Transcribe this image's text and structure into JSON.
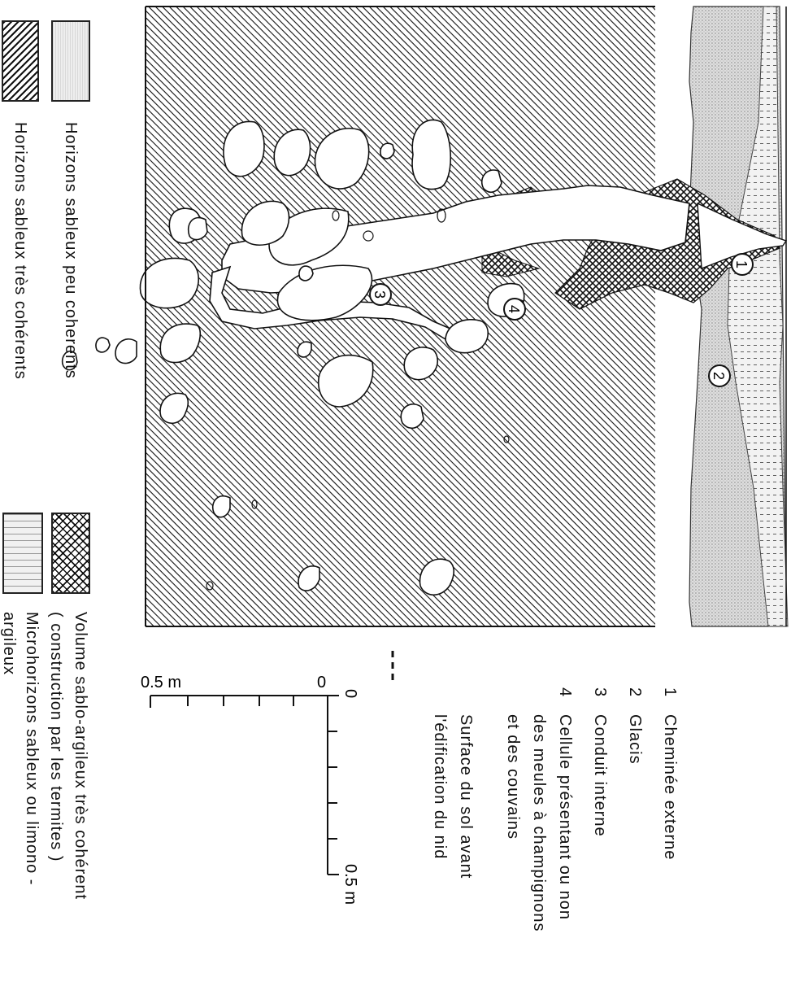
{
  "figure": {
    "callouts": [
      "1",
      "2",
      "3",
      "4"
    ]
  },
  "key": {
    "items": [
      {
        "num": "1",
        "label": "Cheminée externe"
      },
      {
        "num": "2",
        "label": "Glacis"
      },
      {
        "num": "3",
        "label": "Conduit interne"
      },
      {
        "num": "4",
        "lines": [
          "Cellule présentant ou non",
          "des meules à champignons",
          "et des couvains"
        ]
      }
    ],
    "surface_lines": [
      "Surface du sol avant",
      "l'édification du nid"
    ]
  },
  "scales": {
    "vertical_bar": {
      "top_label": "0",
      "bottom_label": "0.5 m"
    },
    "horizontal_bar": {
      "left_label": "0",
      "right_label": "0.5 m"
    }
  },
  "legend": {
    "items": [
      {
        "pattern": "dotted",
        "label": "Horizons sableux peu coherents"
      },
      {
        "pattern": "hatched",
        "label": "Horizons sableux très cohérents"
      },
      {
        "pattern": "crosshatch",
        "lines": [
          "Volume sablo-argileux très cohérent",
          "( construction par les termites )"
        ]
      },
      {
        "pattern": "dashed",
        "lines": [
          "Microhorizons sableux ou limono -",
          "argileux"
        ]
      }
    ]
  },
  "colors": {
    "ink": "#111111",
    "dots": "#c8c8c8",
    "background": "#ffffff"
  }
}
